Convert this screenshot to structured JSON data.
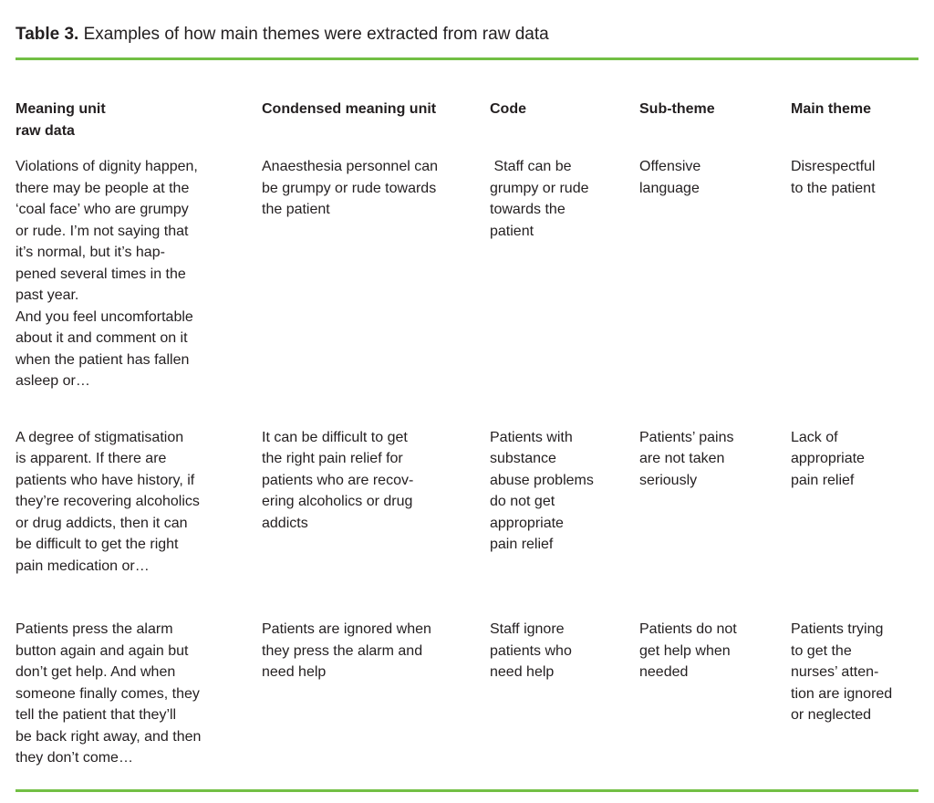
{
  "accent_color": "#72bf44",
  "title": {
    "label": "Table 3.",
    "text": " Examples of how main themes were extracted from raw data"
  },
  "table": {
    "columns": [
      {
        "key": "meaning_unit",
        "label": "Meaning unit\nraw data"
      },
      {
        "key": "condensed",
        "label": "Condensed meaning unit"
      },
      {
        "key": "code",
        "label": "Code"
      },
      {
        "key": "subtheme",
        "label": "Sub-theme"
      },
      {
        "key": "maintheme",
        "label": "Main theme"
      }
    ],
    "rows": [
      {
        "meaning_unit": "Violations of dignity happen,\nthere may be people at the\n‘coal face’ who are grumpy\nor rude. I’m not saying that\nit’s normal, but it’s hap-\npened several times in the\npast year.\nAnd you feel uncomfortable\nabout it and comment on it\nwhen the patient has fallen\nasleep or…",
        "condensed": "Anaesthesia personnel can\nbe grumpy or rude towards\nthe patient",
        "code": " Staff can be\ngrumpy or rude\ntowards the\npatient",
        "subtheme": "Offensive\nlanguage",
        "maintheme": "Disrespectful\nto the patient"
      },
      {
        "meaning_unit": "A degree of stigmatisation\nis apparent. If there are\npatients who have history, if\nthey’re recovering alcoholics\nor drug addicts, then it can\nbe difficult to get the right\npain medication or…",
        "condensed": "It can be difficult to get\nthe right pain relief for\npatients who are recov-\nering alcoholics or drug\naddicts",
        "code": "Patients with\nsubstance\nabuse problems\ndo not get\nappropriate\npain relief",
        "subtheme": "Patients’ pains\nare not taken\nseriously",
        "maintheme": "Lack of\nappropriate\npain relief"
      },
      {
        "meaning_unit": "Patients press the alarm\nbutton again and again but\ndon’t get help. And when\nsomeone finally comes, they\ntell the patient that they’ll\nbe back right away, and then\nthey don’t come…",
        "condensed": "Patients are ignored when\nthey press the alarm and\nneed help",
        "code": "Staff ignore\npatients who\nneed help",
        "subtheme": "Patients do not\nget help when\nneeded",
        "maintheme": "Patients trying\nto get the\nnurses’ atten-\ntion are ignored\nor neglected"
      }
    ]
  }
}
